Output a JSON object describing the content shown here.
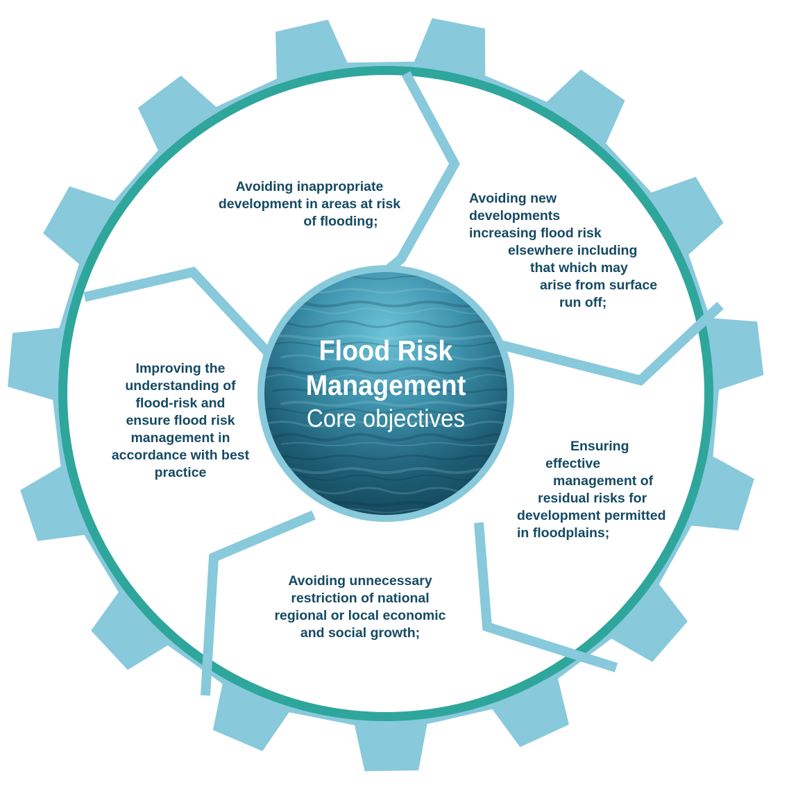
{
  "colors": {
    "gear": "#88c9dc",
    "ring": "#2fa69c",
    "divider": "#88c9dc",
    "water_dark": "#0f3f52",
    "water_light": "#5cb8cf",
    "text": "#154a63",
    "center_text": "#ffffff"
  },
  "center": {
    "title_line1": "Flood Risk",
    "title_line2": "Management",
    "subtitle": "Core objectives"
  },
  "objectives": [
    {
      "lines": [
        "Avoiding inappropriate",
        "development in areas at risk",
        "of flooding;"
      ]
    },
    {
      "lines": [
        "Avoiding new",
        "developments",
        "increasing flood risk",
        "elsewhere including",
        "that which may",
        "arise from surface",
        "run off;"
      ]
    },
    {
      "lines": [
        "Ensuring",
        "effective",
        "management of",
        "residual risks for",
        "development permitted",
        "in floodplains;"
      ]
    },
    {
      "lines": [
        "Avoiding unnecessary",
        "restriction of national",
        "regional or local economic",
        "and social growth;"
      ]
    },
    {
      "lines": [
        "Improving the",
        "understanding of",
        "flood-risk and",
        "ensure flood risk",
        "management in",
        "accordance with best",
        "practice"
      ]
    }
  ]
}
